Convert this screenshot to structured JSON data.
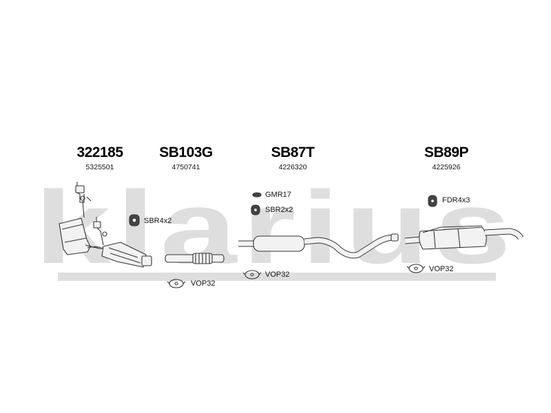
{
  "watermark": {
    "text": "klarius"
  },
  "parts": [
    {
      "code": "322185",
      "number": "5325501"
    },
    {
      "code": "SB103G",
      "number": "4750741"
    },
    {
      "code": "SB87T",
      "number": "4226320"
    },
    {
      "code": "SB89P",
      "number": "4225926"
    }
  ],
  "accessories": {
    "sbr4x2": "SBR4x2",
    "vop32_a": "VOP32",
    "gmr17": "GMR17",
    "sbr2x2": "SBR2x2",
    "vop32_b": "VOP32",
    "fdr4x3": "FDR4x3",
    "vop32_c": "VOP32"
  }
}
